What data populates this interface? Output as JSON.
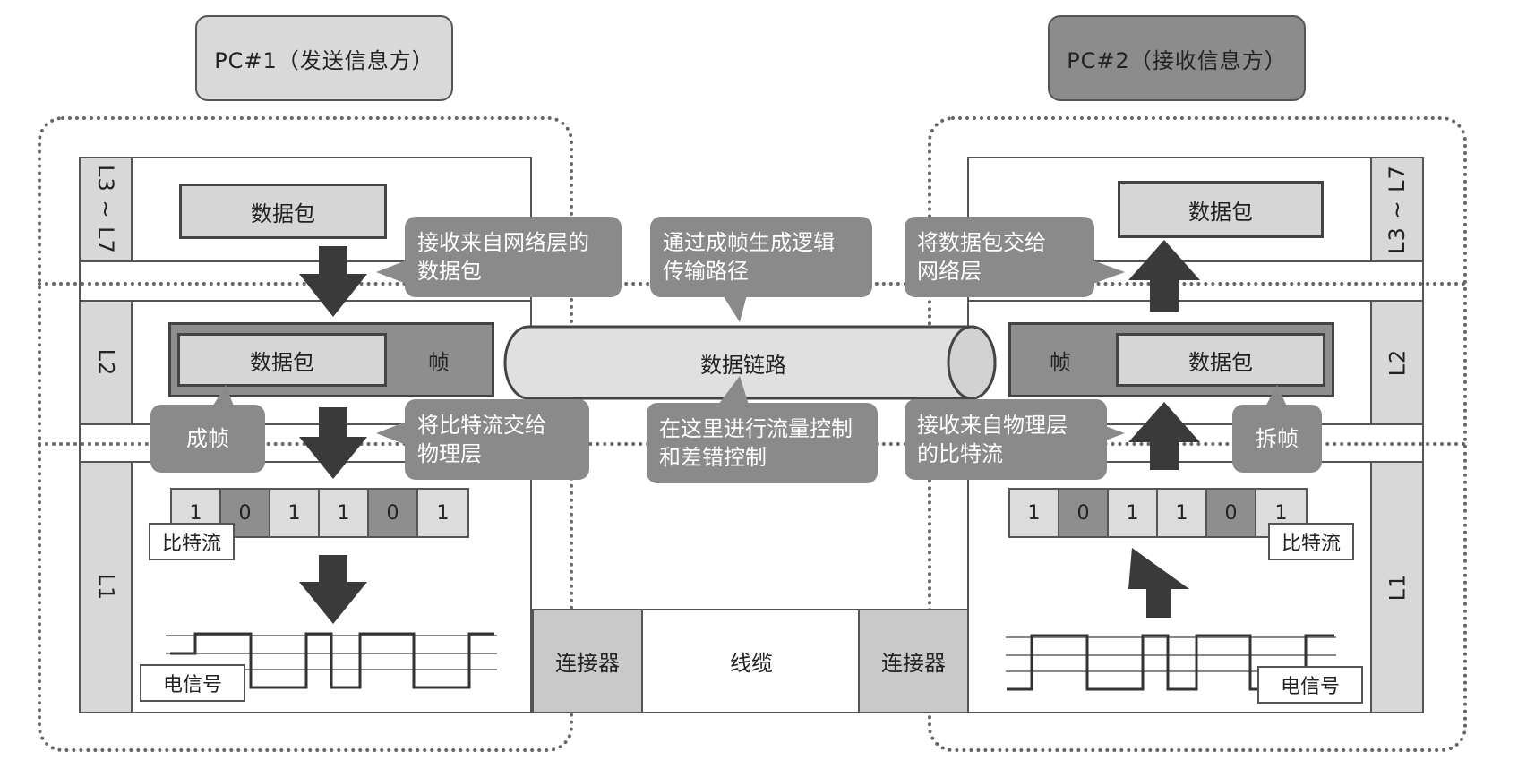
{
  "pc1": {
    "title": "PC#1（发送信息方）"
  },
  "pc2": {
    "title": "PC#2（接收信息方）"
  },
  "layers": {
    "upper": "L3 ~ L7",
    "l2": "L2",
    "l1": "L1"
  },
  "packet_label": "数据包",
  "frame_label": "帧",
  "bitstream_label": "比特流",
  "signal_label": "电信号",
  "bits": [
    "1",
    "0",
    "1",
    "1",
    "0",
    "1"
  ],
  "datalink": {
    "label": "数据链路"
  },
  "connector_label": "连接器",
  "cable_label": "线缆",
  "bubbles": {
    "receive_from_network": "接收来自网络层的\n数据包",
    "framing": "成帧",
    "give_bits_to_physical": "将比特流交给\n物理层",
    "logical_path": "通过成帧生成逻辑\n传输路径",
    "flow_error_control": "在这里进行流量控制\n和差错控制",
    "give_packet_to_network": "将数据包交给\n网络层",
    "receive_from_physical": "接收来自物理层\n的比特流",
    "deframing": "拆帧"
  },
  "colors": {
    "bubble": "#8a8a8a",
    "pc1_box": "#d9d9d9",
    "pc2_box": "#8c8c8c",
    "frame": "#8e8e8e",
    "packet": "#d6d6d6"
  }
}
